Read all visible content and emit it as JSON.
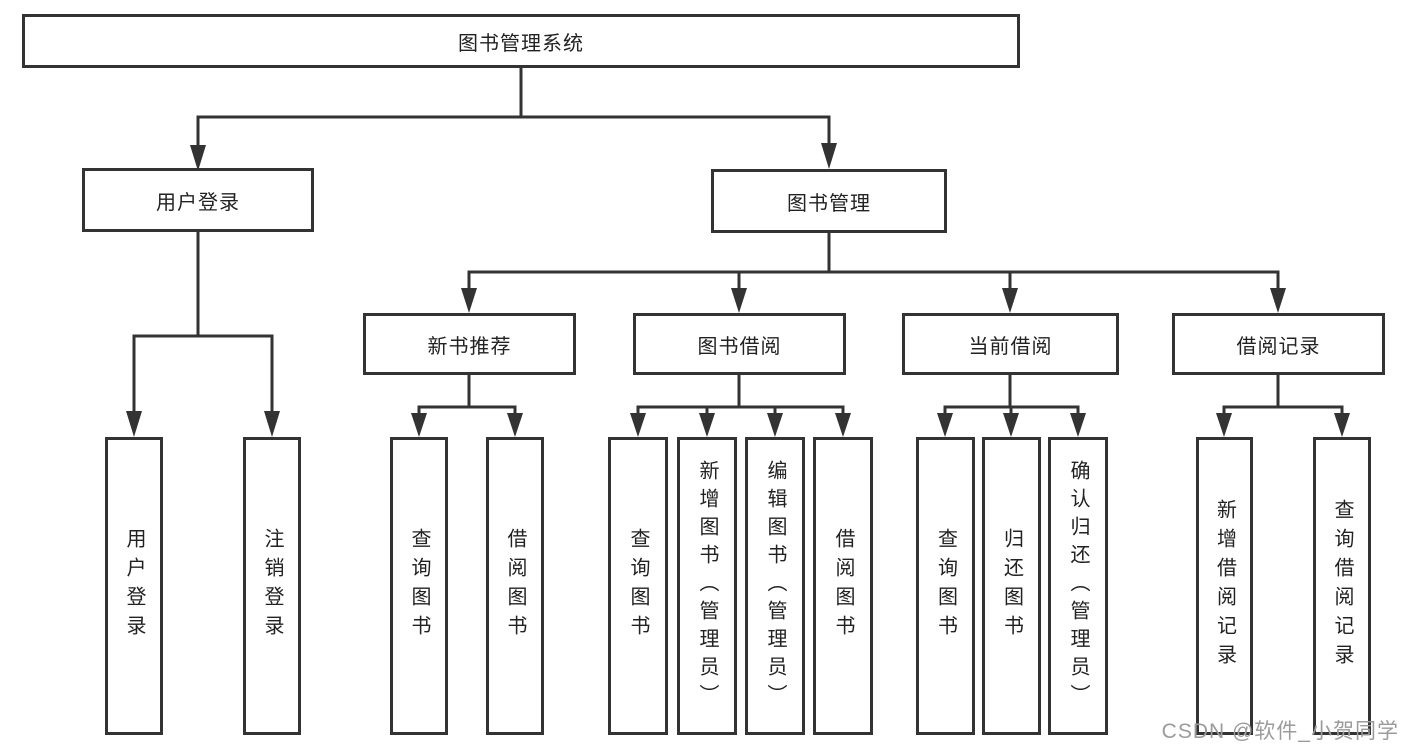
{
  "colors": {
    "line": "#333333",
    "text": "#222222",
    "box_bg": "#ffffff",
    "watermark": "#9b9b9b"
  },
  "watermark": {
    "text": "CSDN @软件_小贺同学"
  },
  "tree": {
    "root": {
      "id": "library-management-system",
      "label": "图书管理系统"
    },
    "level1": [
      {
        "id": "user-login",
        "label": "用户登录",
        "parent": "library-management-system"
      },
      {
        "id": "book-management",
        "label": "图书管理",
        "parent": "library-management-system"
      }
    ],
    "level2": [
      {
        "id": "new-book-recommend",
        "label": "新书推荐",
        "parent": "book-management"
      },
      {
        "id": "book-borrowing",
        "label": "图书借阅",
        "parent": "book-management"
      },
      {
        "id": "current-borrowing",
        "label": "当前借阅",
        "parent": "book-management"
      },
      {
        "id": "borrowing-records",
        "label": "借阅记录",
        "parent": "book-management"
      }
    ],
    "leaves": [
      {
        "id": "leaf-user-login",
        "label": "用户登录",
        "parent": "user-login"
      },
      {
        "id": "leaf-logout",
        "label": "注销登录",
        "parent": "user-login"
      },
      {
        "id": "leaf-query-books-recommend",
        "label": "查询图书",
        "parent": "new-book-recommend"
      },
      {
        "id": "leaf-borrow-books-recommend",
        "label": "借阅图书",
        "parent": "new-book-recommend"
      },
      {
        "id": "leaf-query-books-borrowing",
        "label": "查询图书",
        "parent": "book-borrowing"
      },
      {
        "id": "leaf-add-books-admin",
        "label": "新增图书（管理员）",
        "parent": "book-borrowing"
      },
      {
        "id": "leaf-edit-books-admin",
        "label": "编辑图书（管理员）",
        "parent": "book-borrowing"
      },
      {
        "id": "leaf-borrow-books-borrowing",
        "label": "借阅图书",
        "parent": "book-borrowing"
      },
      {
        "id": "leaf-query-books-current",
        "label": "查询图书",
        "parent": "current-borrowing"
      },
      {
        "id": "leaf-return-books",
        "label": "归还图书",
        "parent": "current-borrowing"
      },
      {
        "id": "leaf-confirm-return-admin",
        "label": "确认归还（管理员）",
        "parent": "current-borrowing"
      },
      {
        "id": "leaf-add-borrow-record",
        "label": "新增借阅记录",
        "parent": "borrowing-records"
      },
      {
        "id": "leaf-query-borrow-record",
        "label": "查询借阅记录",
        "parent": "borrowing-records"
      }
    ]
  }
}
